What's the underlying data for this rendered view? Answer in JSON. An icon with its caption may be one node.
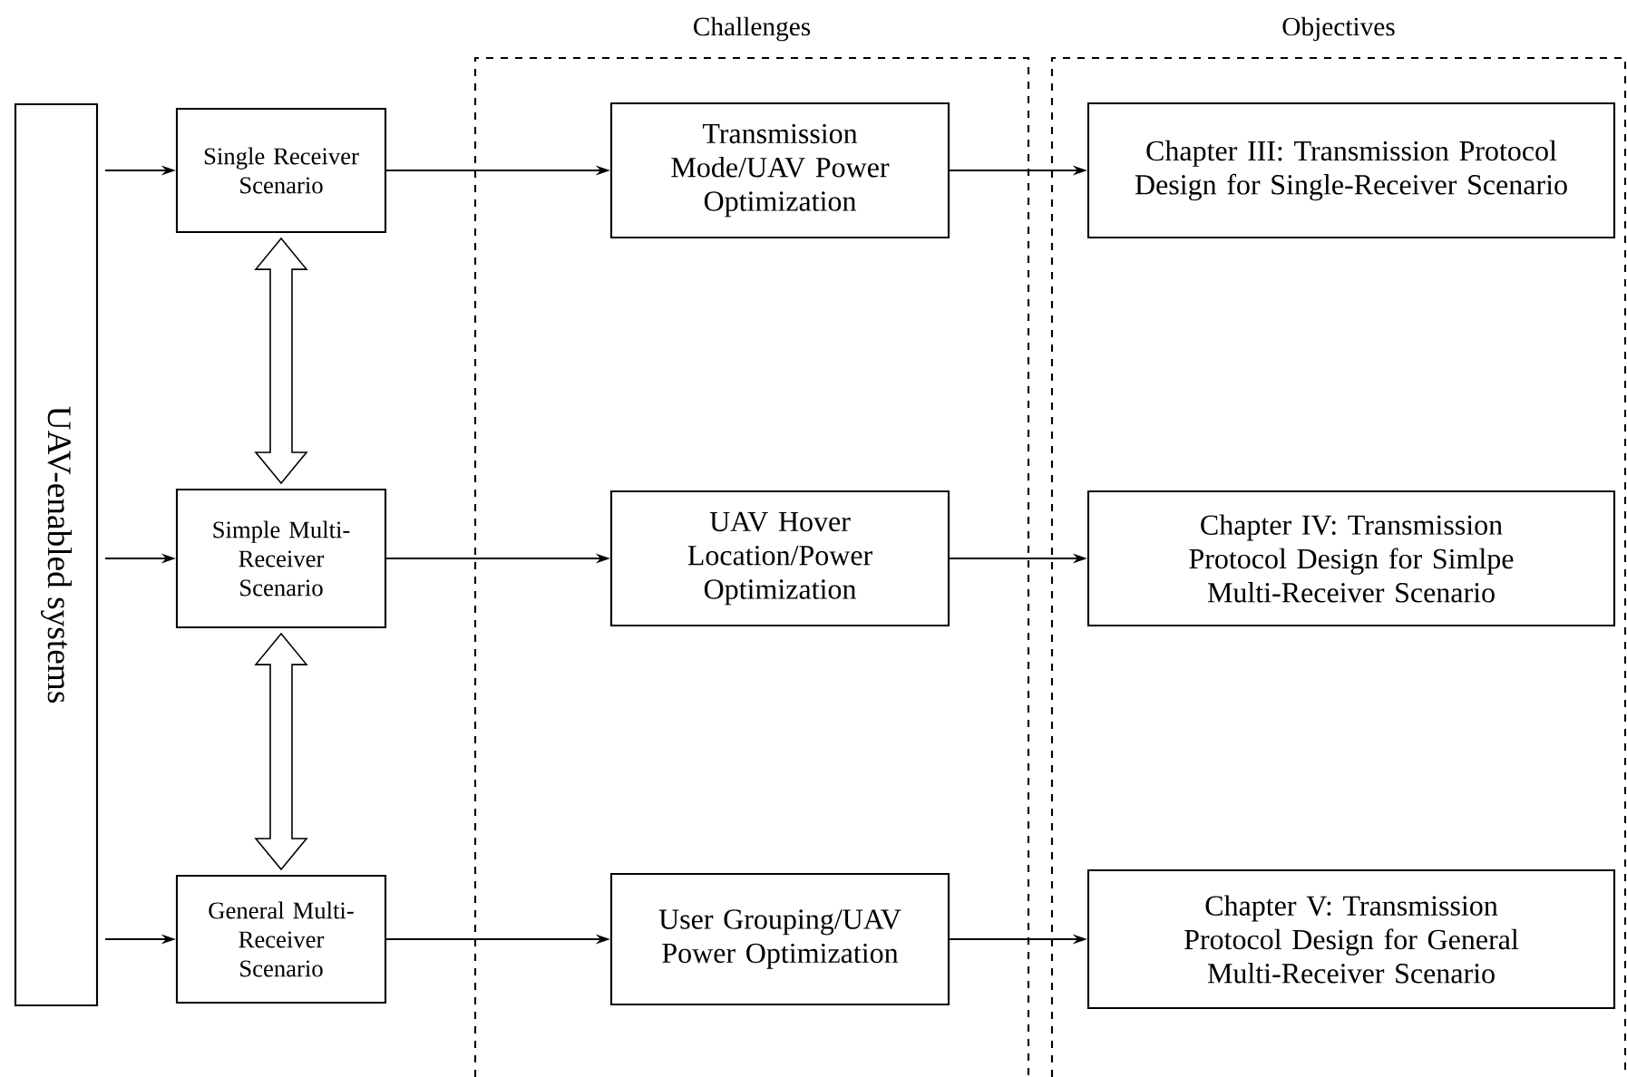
{
  "diagram": {
    "nodes": [
      {
        "text": [
          "UAV-enabled  systems"
        ]
      },
      {
        "text": [
          "Single Receiver Scenario"
        ]
      },
      {
        "text": [
          "Simple Multi-Receiver Scenario"
        ]
      },
      {
        "text": [
          "General Multi-Receiver Scenario"
        ]
      },
      {
        "text": [
          "Challenges"
        ]
      },
      {
        "text": [
          "Transmission Mode/UAV Power Optimization"
        ],
        "in": 4
      },
      {
        "text": [
          "UAV Hover Location/Power Optimization"
        ],
        "in": 4
      },
      {
        "text": [
          "User Grouping/UAV Power Optimization"
        ],
        "in": 4
      },
      {
        "text": [
          "Objectives"
        ]
      },
      {
        "text": [
          "Chapter III: Transmission Protocol Design for Single-Receiver Scenario"
        ],
        "in": 8
      },
      {
        "text": [
          "Chapter IV: Transmission Protocol Design for Simlpe Multi-Receiver Scenario"
        ],
        "in": 8
      },
      {
        "text": [
          "Chapter V: Transmission Protocol Design for General Multi-Receiver Scenario"
        ],
        "in": 8
      }
    ],
    "edges": [
      {
        "from": 0,
        "to": 1,
        "arrow": "to"
      },
      {
        "from": 0,
        "to": 2,
        "arrow": "to"
      },
      {
        "from": 0,
        "to": 3,
        "arrow": "to"
      },
      {
        "from": 1,
        "to": 2,
        "arrow": "both"
      },
      {
        "from": 2,
        "to": 3,
        "arrow": "both"
      },
      {
        "from": 1,
        "to": 5,
        "arrow": "to"
      },
      {
        "from": 2,
        "to": 6,
        "arrow": "to"
      },
      {
        "from": 3,
        "to": 7,
        "arrow": "to"
      },
      {
        "from": 5,
        "to": 9,
        "arrow": "to"
      },
      {
        "from": 6,
        "to": 10,
        "arrow": "to"
      },
      {
        "from": 7,
        "to": 11,
        "arrow": "to"
      }
    ]
  }
}
